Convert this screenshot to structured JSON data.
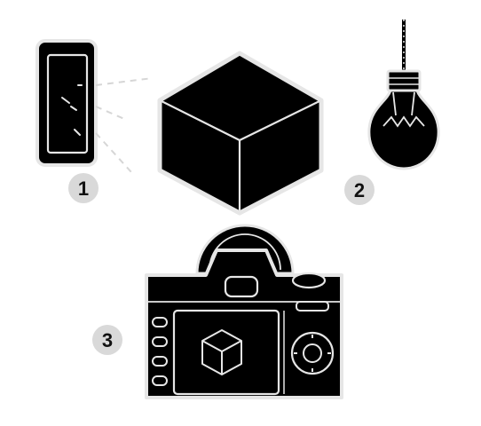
{
  "steps": [
    {
      "number": "1",
      "subject": "tablet"
    },
    {
      "number": "2",
      "subject": "light-bulb"
    },
    {
      "number": "3",
      "subject": "camera"
    }
  ],
  "colors": {
    "background": "#ffffff",
    "shape_fill": "#000000",
    "outline": "#e6e6e6",
    "badge": "#d9d9d9",
    "label": "#111111"
  },
  "icons": [
    "tablet-icon",
    "cube-icon",
    "light-bulb-icon",
    "camera-icon"
  ]
}
